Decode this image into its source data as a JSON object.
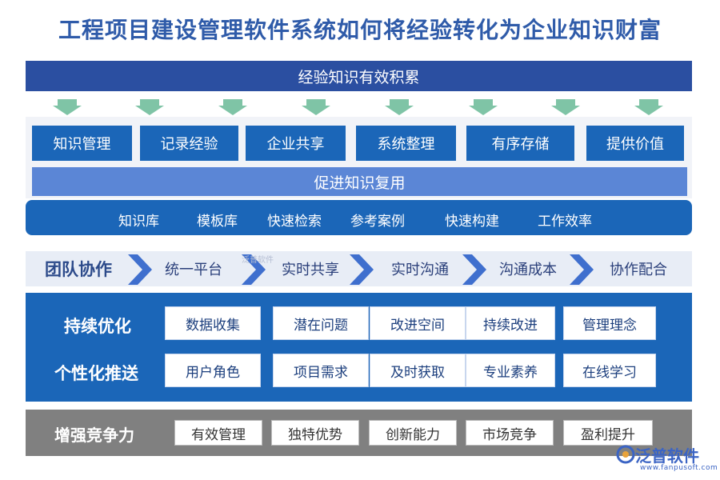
{
  "title": "工程项目建设管理软件系统如何将经验转化为企业知识财富",
  "header": "经验知识有效积累",
  "steps": [
    "知识管理",
    "记录经验",
    "企业共享",
    "系统整理",
    "有序存储",
    "提供价值"
  ],
  "reuse": "促进知识复用",
  "tools": [
    "知识库",
    "模板库",
    "快速检索",
    "参考案例",
    "快速构建",
    "工作效率"
  ],
  "flow": {
    "lead": "团队协作",
    "items": [
      "统一平台",
      "实时共享",
      "实时沟通",
      "沟通成本",
      "协作配合"
    ],
    "watermark": "泛普软件"
  },
  "optimize": {
    "label": "持续优化",
    "items": [
      "数据收集",
      "潜在问题",
      "改进空间",
      "持续改进",
      "管理理念"
    ]
  },
  "personal": {
    "label": "个性化推送",
    "items": [
      "用户角色",
      "项目需求",
      "及时获取",
      "专业素养",
      "在线学习"
    ]
  },
  "compete": {
    "label": "增强竞争力",
    "items": [
      "有效管理",
      "独特优势",
      "创新能力",
      "市场竞争",
      "盈利提升"
    ]
  },
  "logo": {
    "name": "泛普软件",
    "url": "www.fanpusoft.com"
  },
  "colors": {
    "primary": "#1b66b8",
    "header": "#2b4fa1",
    "arrow": "#7fc4a6",
    "gray": "#808080"
  }
}
